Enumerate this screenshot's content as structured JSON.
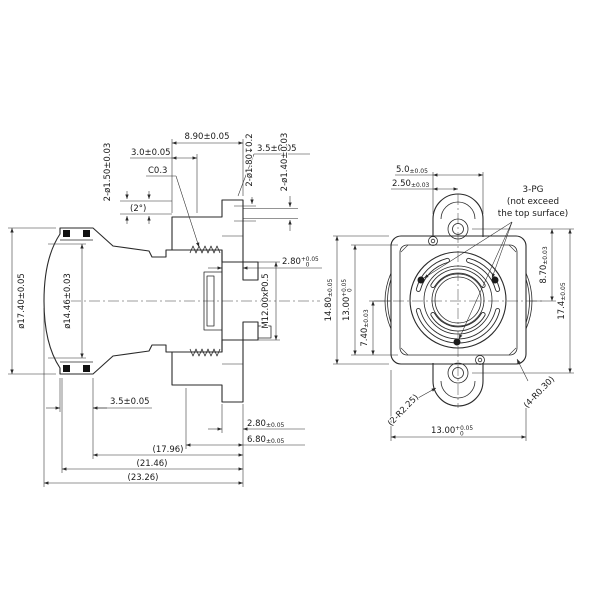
{
  "left_view": {
    "dims": {
      "depth": {
        "v": "8.90",
        "t": "±0.05"
      },
      "front_len": {
        "v": "3.0",
        "t": "±0.05"
      },
      "flange_th": {
        "v": "3.5",
        "t": "±0.05"
      },
      "chamfer": {
        "v": "C0.3"
      },
      "holes_150": {
        "v": "2-ø1.50",
        "t": "±0.03"
      },
      "taper": {
        "v": "(2°)"
      },
      "holes_180": {
        "v": "2-ø1.80",
        "t": "↧0.2"
      },
      "holes_140": {
        "v": "2-ø1.40",
        "t": "±0.03"
      },
      "step": {
        "v": "2.80",
        "tp": "+0.05",
        "tm": "0"
      },
      "thread": {
        "v": "M12.00xP0.5"
      },
      "dia_outer": {
        "v": "ø17.40",
        "t": "±0.05"
      },
      "dia_inner": {
        "v": "ø14.46",
        "t": "±0.03"
      },
      "nose_len": {
        "v": "3.5",
        "t": "±0.05"
      },
      "plate_th": {
        "v": "2.80",
        "t": "±0.05"
      },
      "back_len": {
        "v": "6.80",
        "t": "±0.05"
      },
      "ref_len_1": {
        "v": "(17.96)"
      },
      "ref_len_2": {
        "v": "(21.46)"
      },
      "ref_len_3": {
        "v": "(23.26)"
      }
    }
  },
  "right_view": {
    "dims": {
      "ear_width": {
        "v": "5.0",
        "t": "±0.05"
      },
      "ear_hole_off": {
        "v": "2.50",
        "t": "±0.03"
      },
      "body_h": {
        "v": "14.80",
        "t": "±0.05"
      },
      "inner_h": {
        "v": "13.00",
        "tp": "+0.05",
        "tm": "0"
      },
      "half_h": {
        "v": "7.40",
        "t": "±0.03"
      },
      "ear_to_center": {
        "v": "8.70",
        "t": "±0.03"
      },
      "ear_span": {
        "v": "17.4",
        "t": "±0.05"
      },
      "ear_radius": {
        "v": "(2-R2.25)"
      },
      "corner_radius": {
        "v": "(4-R0.30)"
      },
      "body_w": {
        "v": "13.00",
        "tp": "+0.05",
        "tm": "0"
      }
    },
    "pg_note": {
      "line1": "3-PG",
      "line2": "(not exceed",
      "line3": "the top surface)"
    }
  }
}
